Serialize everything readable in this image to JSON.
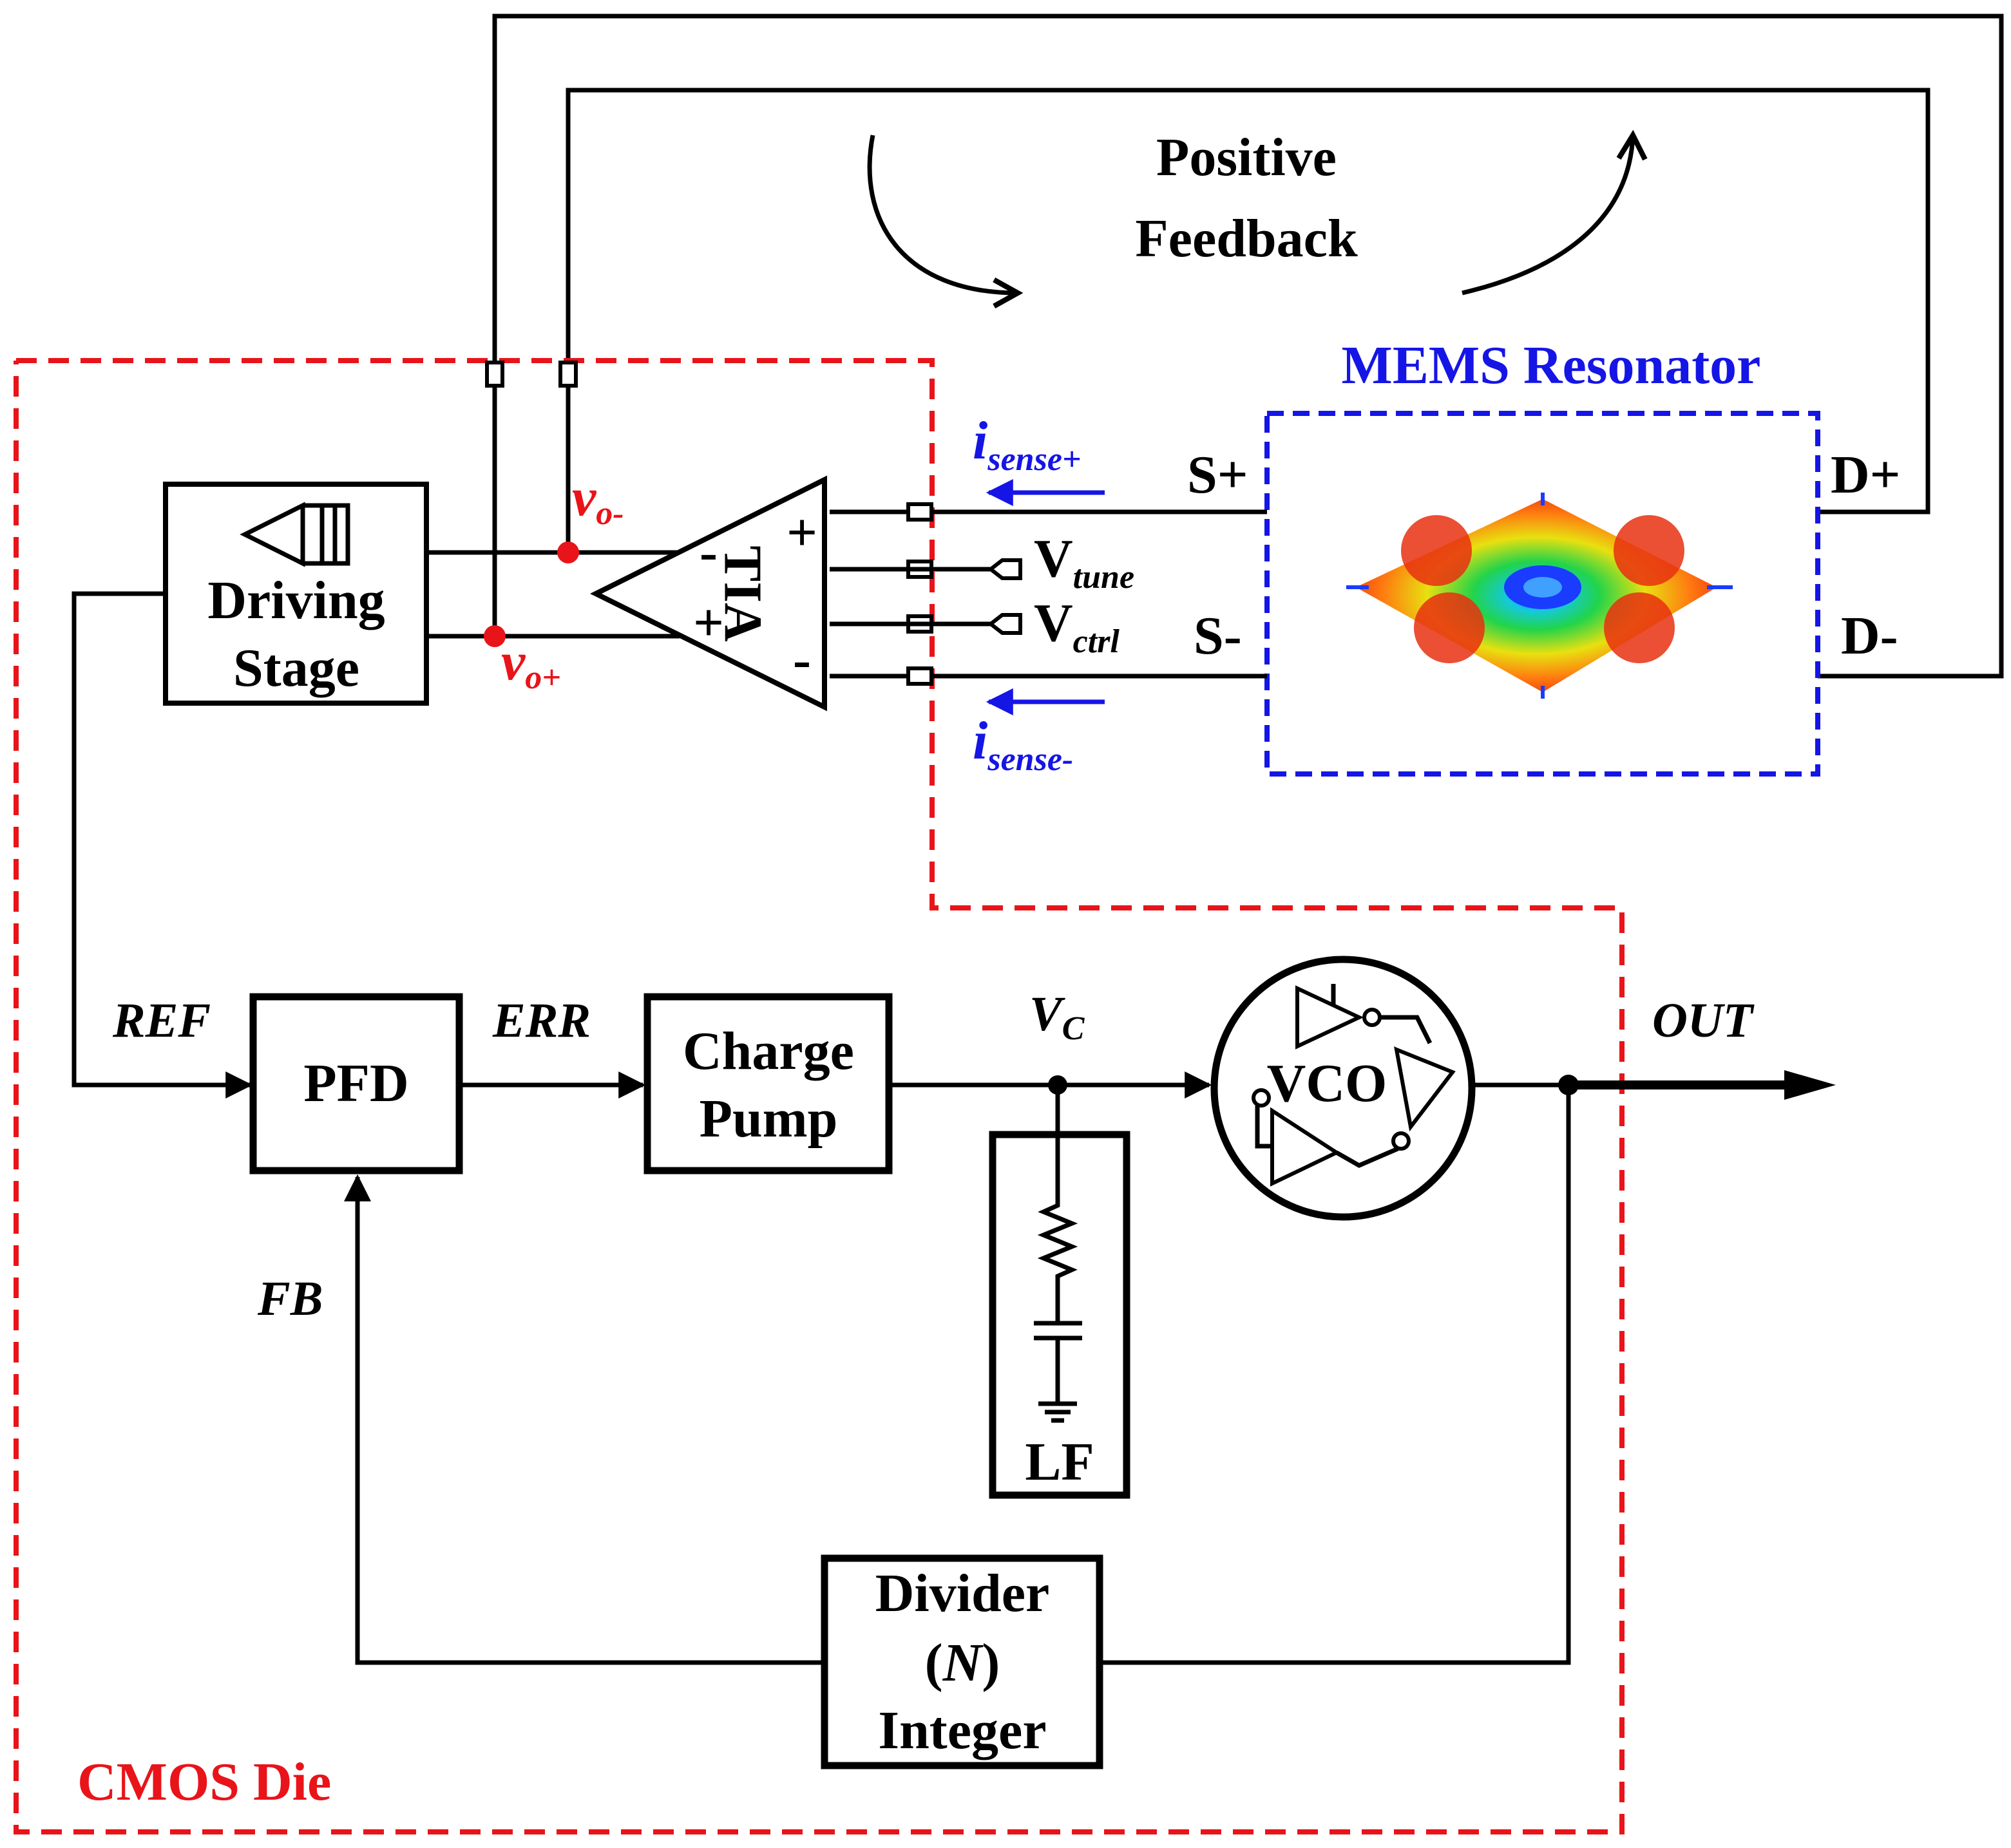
{
  "colors": {
    "cmos_die_border": "#e8141a",
    "mems_border": "#1515e6",
    "wire": "#000000",
    "node_highlight": "#e8141a",
    "sense_arrow": "#1515e6"
  },
  "feedback": {
    "line1": "Positive",
    "line2": "Feedback"
  },
  "mems": {
    "title": "MEMS Resonator",
    "s_plus": "S+",
    "s_minus": "S-",
    "d_plus": "D+",
    "d_minus": "D-",
    "image": "mode-shape-heatmap"
  },
  "sense": {
    "plus_main": "i",
    "plus_sub": "sense+",
    "minus_main": "i",
    "minus_sub": "sense-"
  },
  "tia": {
    "label": "TIA",
    "in_plus": "+",
    "in_minus": "-",
    "out_minus": "-",
    "out_plus": "+"
  },
  "vtune": {
    "main": "V",
    "sub": "tune"
  },
  "vctrl": {
    "main": "V",
    "sub": "ctrl"
  },
  "nodes": {
    "vo_minus_main": "v",
    "vo_minus_sub": "o-",
    "vo_plus_main": "v",
    "vo_plus_sub": "o+"
  },
  "driving_stage": {
    "line1": "Driving",
    "line2": "Stage"
  },
  "pll": {
    "ref": "REF",
    "err": "ERR",
    "fb": "FB",
    "out": "OUT",
    "vc_main": "V",
    "vc_sub": "C",
    "pfd": "PFD",
    "charge_pump_line1": "Charge",
    "charge_pump_line2": "Pump",
    "lf": "LF",
    "vco": "VCO",
    "divider_line1": "Divider",
    "divider_line2_open": "(",
    "divider_line2_n": "N",
    "divider_line2_close": ")",
    "divider_line3": "Integer"
  },
  "cmos_die": {
    "label": "CMOS Die"
  }
}
